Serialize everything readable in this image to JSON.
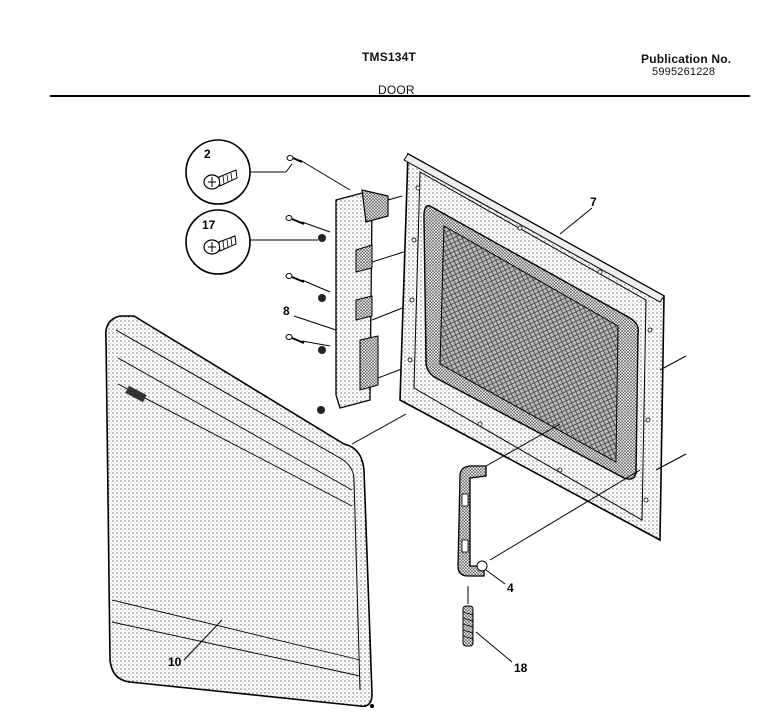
{
  "header": {
    "model": "TMS134T",
    "publication_label": "Publication No.",
    "publication_number": "5995261228",
    "section": "DOOR"
  },
  "callouts": {
    "c2": "2",
    "c17": "17",
    "c7": "7",
    "c8": "8",
    "c4": "4",
    "c10": "10",
    "c18": "18"
  }
}
